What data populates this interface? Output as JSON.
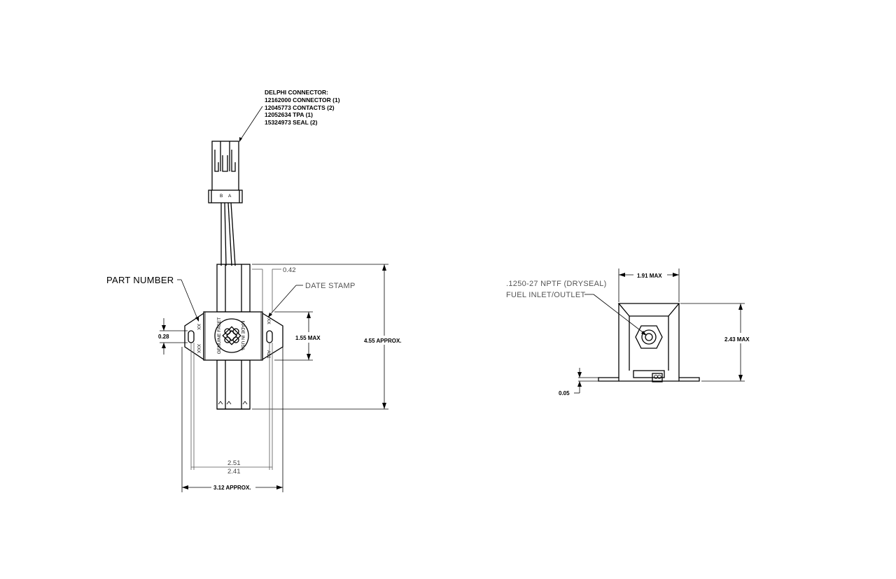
{
  "connector_note": {
    "lines": [
      "DELPHI CONNECTOR:",
      "12162000 CONNECTOR (1)",
      "12045773 CONTACTS (2)",
      "12052634 TPA (1)",
      "15324973 SEAL (2)"
    ]
  },
  "connector_pins": {
    "left": "B",
    "right": "A"
  },
  "labels": {
    "part_number": "PART NUMBER",
    "date_stamp": "DATE STAMP",
    "fitting_line1": ".1250-27 NPTF (DRYSEAL)",
    "fitting_line2": "FUEL INLET/OUTLET"
  },
  "markings": {
    "flange_left_top": "XX",
    "flange_left_bottom": "XXX",
    "flange_right_top": "XX",
    "flange_right_bottom": "A21",
    "logo_text_top": "MADE IN USA",
    "logo_text_bottom": "GENUINE FACET"
  },
  "dimensions": {
    "d_042": "0.42",
    "d_155": "1.55 MAX",
    "d_455": "4.55 APPROX.",
    "d_028": "0.28",
    "d_251": "2.51",
    "d_241": "2.41",
    "d_312": "3.12 APPROX.",
    "d_191": "1.91 MAX",
    "d_243": "2.43 MAX",
    "d_005": "0.05"
  }
}
